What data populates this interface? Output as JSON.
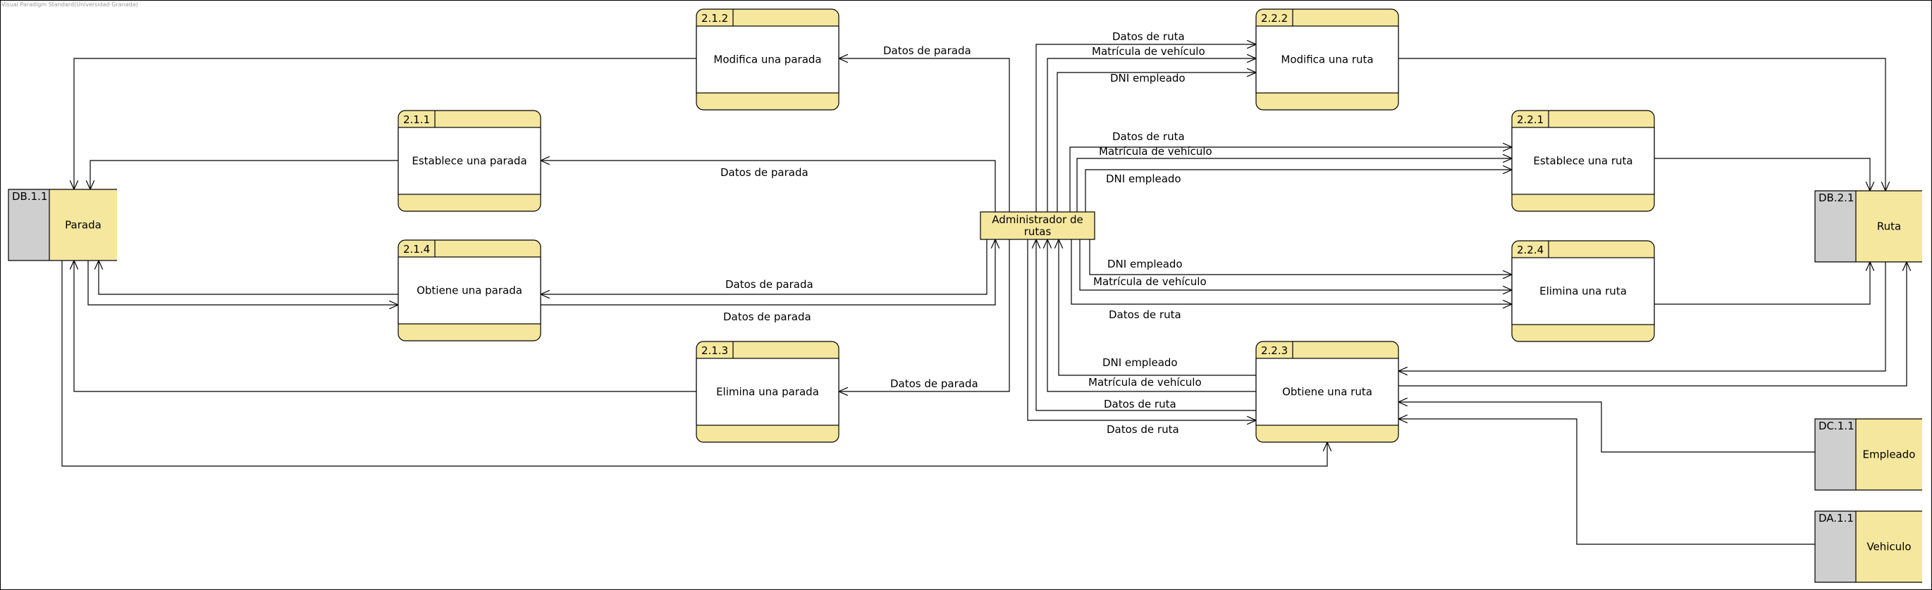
{
  "watermark": "Visual Paradigm Standard(Universidad Granada)",
  "colors": {
    "fill": "#f5e79e",
    "idbox": "#cfcfcf",
    "line": "#000000"
  },
  "processes": [
    {
      "key": "p212",
      "id": "2.1.2",
      "name": "Modifica una parada"
    },
    {
      "key": "p211",
      "id": "2.1.1",
      "name": "Establece una parada"
    },
    {
      "key": "p214",
      "id": "2.1.4",
      "name": "Obtiene una parada"
    },
    {
      "key": "p213",
      "id": "2.1.3",
      "name": "Elimina una parada"
    },
    {
      "key": "p222",
      "id": "2.2.2",
      "name": "Modifica una ruta"
    },
    {
      "key": "p221",
      "id": "2.2.1",
      "name": "Establece una ruta"
    },
    {
      "key": "p224",
      "id": "2.2.4",
      "name": "Elimina una ruta"
    },
    {
      "key": "p223",
      "id": "2.2.3",
      "name": "Obtiene una ruta"
    }
  ],
  "stores": [
    {
      "key": "db11",
      "id": "DB.1.1",
      "name": "Parada"
    },
    {
      "key": "db21",
      "id": "DB.2.1",
      "name": "Ruta"
    },
    {
      "key": "dc11",
      "id": "DC.1.1",
      "name": "Empleado"
    },
    {
      "key": "da11",
      "id": "DA.1.1",
      "name": "Vehiculo"
    }
  ],
  "entity": {
    "name_line1": "Administrador de",
    "name_line2": "rutas"
  },
  "flow_labels": [
    "Datos de parada",
    "Datos de parada",
    "Datos de parada",
    "Datos de parada",
    "Datos de parada",
    "Datos de ruta",
    "Matrícula de vehículo",
    "DNI empleado",
    "Datos de ruta",
    "Matrícula de vehículo",
    "DNI empleado",
    "DNI empleado",
    "Matrícula de vehículo",
    "Datos de ruta",
    "DNI empleado",
    "Matrícula de vehículo",
    "Datos de ruta",
    "Datos de ruta"
  ]
}
